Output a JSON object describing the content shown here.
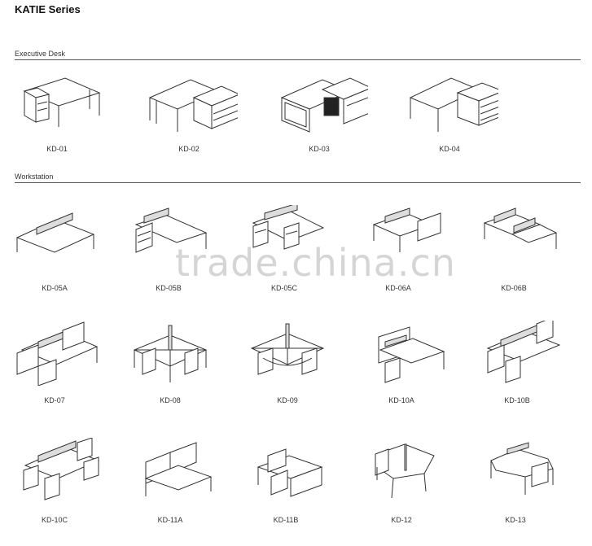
{
  "header": {
    "title": "KATIE Series"
  },
  "sections": {
    "executive": {
      "label": "Executive Desk"
    },
    "workstation": {
      "label": "Workstation"
    }
  },
  "watermark": "trade.china.cn",
  "executive_items": [
    {
      "code": "KD-01"
    },
    {
      "code": "KD-02"
    },
    {
      "code": "KD-03"
    },
    {
      "code": "KD-04"
    }
  ],
  "workstation_rows": [
    [
      {
        "code": "KD-05A"
      },
      {
        "code": "KD-05B"
      },
      {
        "code": "KD-05C"
      },
      {
        "code": "KD-06A"
      },
      {
        "code": "KD-06B"
      }
    ],
    [
      {
        "code": "KD-07"
      },
      {
        "code": "KD-08"
      },
      {
        "code": "KD-09"
      },
      {
        "code": "KD-10A"
      },
      {
        "code": "KD-10B"
      }
    ],
    [
      {
        "code": "KD-10C"
      },
      {
        "code": "KD-11A"
      },
      {
        "code": "KD-11B"
      },
      {
        "code": "KD-12"
      },
      {
        "code": "KD-13"
      }
    ]
  ]
}
